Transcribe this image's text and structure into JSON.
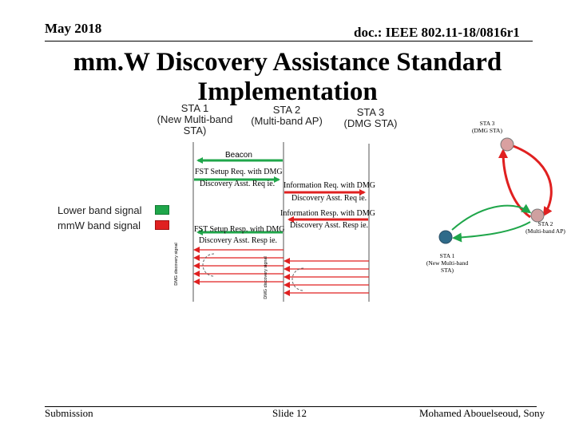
{
  "header": {
    "date": "May 2018",
    "doc_id": "doc.: IEEE 802.11-18/0816r1"
  },
  "title": {
    "line1": "mm.W Discovery Assistance Standard",
    "line2": "Implementation"
  },
  "sequence": {
    "sta1": [
      "STA 1",
      "(New Multi-band",
      "STA)"
    ],
    "sta2": [
      "STA 2",
      "(Multi-band AP)"
    ],
    "sta3": [
      "STA 3",
      "(DMG STA)"
    ],
    "beacon": "Beacon",
    "fst_req_1": "FST Setup Req. with DMG",
    "fst_req_2": "Discovery Asst. Req ie.",
    "info_req_1": "Information Req. with DMG",
    "info_req_2": "Discovery Asst. Req ie.",
    "info_resp_1": "Information Resp. with DMG",
    "info_resp_2": "Discovery Asst. Resp ie.",
    "fst_resp_1": "FST Setup Resp. with DMG",
    "fst_resp_2": "Discovery Asst. Resp ie.",
    "dmg_discovery_1": "DMG discovery signal",
    "dmg_discovery_2": "DMG discovery signal"
  },
  "legend": {
    "lower_band": "Lower band signal",
    "mmw_band": "mmW band signal",
    "lower_band_color": "#1fa64a",
    "mmw_band_color": "#e02020"
  },
  "network": {
    "sta3": [
      "STA 3",
      "(DMG STA)"
    ],
    "sta2": [
      "STA 2",
      "(Multi-band AP)"
    ],
    "sta1": [
      "STA 1",
      "(New Multi-band",
      "STA)"
    ],
    "node_sta3_color": "#d9a0a0",
    "node_sta2_color": "#cfa0a0",
    "node_sta1_color": "#2f6b8a"
  },
  "footer": {
    "left": "Submission",
    "center": "Slide 12",
    "right": "Mohamed Abouelseoud, Sony"
  }
}
